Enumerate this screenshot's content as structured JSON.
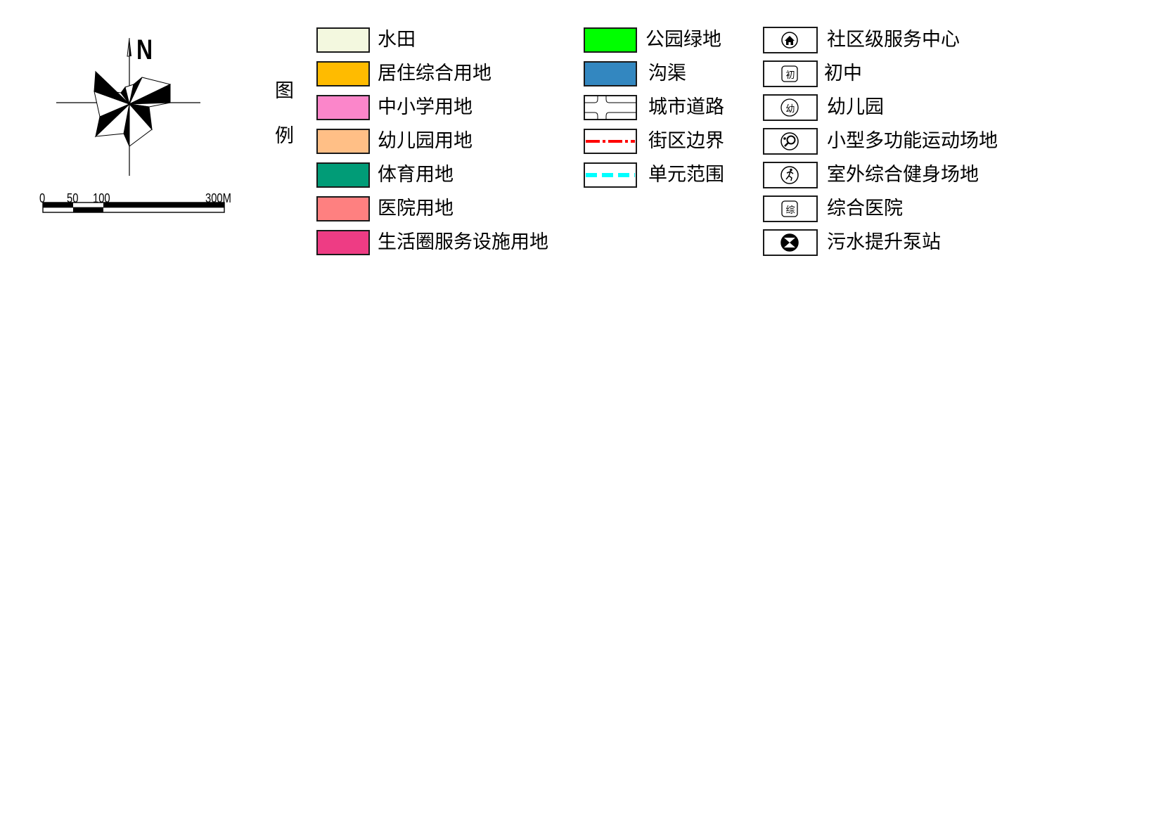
{
  "compass": {
    "north_label": "N"
  },
  "scale_bar": {
    "labels": [
      "0",
      "50",
      "100",
      "300M"
    ]
  },
  "legend": {
    "title_chars": [
      "图",
      "例"
    ],
    "land_use": [
      {
        "label": "水田",
        "color": "#f3f8df"
      },
      {
        "label": "居住综合用地",
        "color": "#ffbb00"
      },
      {
        "label": "中小学用地",
        "color": "#fb86ca"
      },
      {
        "label": "幼儿园用地",
        "color": "#ffbf86"
      },
      {
        "label": "体育用地",
        "color": "#019c77"
      },
      {
        "label": "医院用地",
        "color": "#fe8080"
      },
      {
        "label": "生活圈服务设施用地",
        "color": "#ee3c84"
      }
    ],
    "lines": [
      {
        "label": "公园绿地",
        "kind": "fill",
        "color": "#00ff00"
      },
      {
        "label": "沟渠",
        "kind": "fill",
        "color": "#3387c0"
      },
      {
        "label": "城市道路",
        "kind": "road-icon"
      },
      {
        "label": "街区边界",
        "kind": "dash-dot",
        "color": "#ff0000"
      },
      {
        "label": "单元范围",
        "kind": "dashed",
        "color": "#00ffff"
      }
    ],
    "facilities": [
      {
        "label": "社区级服务中心",
        "icon": "house-icon"
      },
      {
        "label": "初中",
        "icon": "初"
      },
      {
        "label": "幼儿园",
        "icon": "幼"
      },
      {
        "label": "小型多功能运动场地",
        "icon": "table-tennis-icon"
      },
      {
        "label": "室外综合健身场地",
        "icon": "runner-icon"
      },
      {
        "label": "综合医院",
        "icon": "综"
      },
      {
        "label": "污水提升泵站",
        "icon": "pump-station-icon"
      }
    ]
  }
}
